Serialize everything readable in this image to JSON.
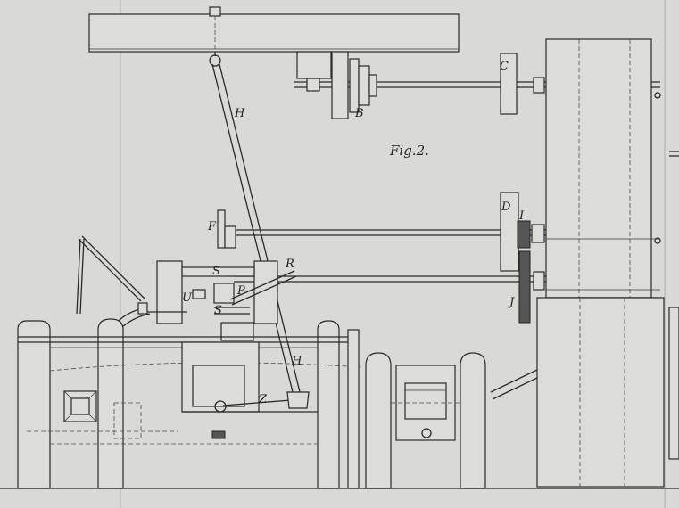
{
  "figure": {
    "title": "Fig.2.",
    "labels": {
      "B": "B",
      "C": "C",
      "D": "D",
      "F": "F",
      "I": "I",
      "J": "J",
      "H_upper": "H",
      "H_lower": "H",
      "R": "R",
      "S_upper": "S",
      "S_lower": "S",
      "P": "P",
      "U": "U",
      "Z": "Z"
    }
  },
  "colors": {
    "paper": "#d9d9d7",
    "ink": "#2a2a2a"
  }
}
